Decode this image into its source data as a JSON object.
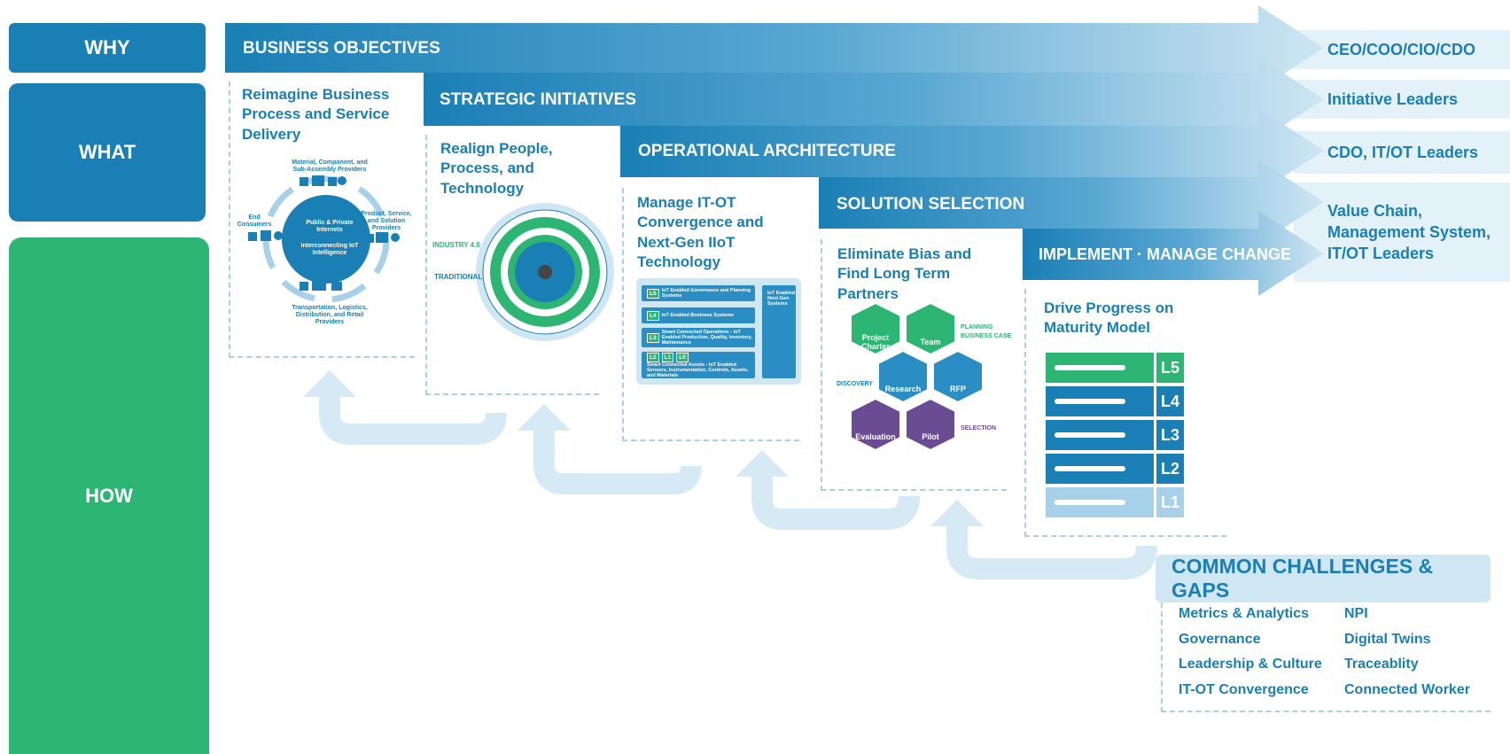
{
  "side": {
    "why": "WHY",
    "what": "WHAT",
    "how": "HOW"
  },
  "arrows": [
    {
      "label": "BUSINESS OBJECTIVES",
      "role": "CEO/COO/CIO/CDO"
    },
    {
      "label": "STRATEGIC INITIATIVES",
      "role": "Initiative Leaders"
    },
    {
      "label": "OPERATIONAL ARCHITECTURE",
      "role": "CDO, IT/OT Leaders"
    },
    {
      "label": "SOLUTION SELECTION",
      "role": "Value Chain, Management System, IT/OT Leaders"
    },
    {
      "label": "IMPLEMENT · MANAGE CHANGE",
      "role": ""
    }
  ],
  "levels": [
    {
      "title": "Reimagine Business Process and Service Delivery"
    },
    {
      "title": "Realign People, Process, and Technology"
    },
    {
      "title": "Manage IT-OT Convergence and Next-Gen IIoT Technology"
    },
    {
      "title": "Eliminate Bias and Find Long Term Partners"
    },
    {
      "title": "Drive Progress on Maturity Model"
    }
  ],
  "ecosystem": {
    "center_top": "Public & Private Internets",
    "center_bottom": "Interconnecting IoT Intelligence",
    "top": "Material, Component, and Sub-Assembly Providers",
    "right": "Product, Service, and Solution Providers",
    "bottom": "Transportation, Logistics, Distribution, and Retail Providers",
    "left": "End Consumers"
  },
  "target": {
    "industry": "INDUSTRY 4.0",
    "traditional": "TRADITIONAL"
  },
  "architecture": {
    "rows": [
      {
        "tags": [
          "L5"
        ],
        "text": "IoT Enabled Governance and Planning Systems"
      },
      {
        "tags": [
          "L4"
        ],
        "text": "IoT Enabled Business Systems"
      },
      {
        "tags": [
          "L3"
        ],
        "text": "Smart Connected Operations - IoT Enabled Production, Quality, Inventory, Maintenance"
      },
      {
        "tags": [
          "L2",
          "L1",
          "L0"
        ],
        "text": "Smart Connected Assets - IoT Enabled Sensors, Instrumentation, Controls, Assets, and Materials"
      }
    ],
    "side_label": "IoT Enabled Next-Gen Systems"
  },
  "hexes": {
    "project_charter": "Project Charter",
    "team": "Team",
    "research": "Research",
    "rfp": "RFP",
    "evaluation": "Evaluation",
    "pilot": "Pilot",
    "planning": "PLANNING",
    "business_case": "BUSINESS CASE",
    "discovery": "DISCOVERY",
    "selection": "SELECTION"
  },
  "maturity": [
    "L5",
    "L4",
    "L3",
    "L2",
    "L1"
  ],
  "challenges": {
    "title": "COMMON CHALLENGES & GAPS",
    "col1": [
      "Metrics & Analytics",
      "Governance",
      "Leadership & Culture",
      "IT-OT Convergence"
    ],
    "col2": [
      "NPI",
      "Digital Twins",
      "Traceablity",
      "Connected Worker"
    ]
  },
  "colors": {
    "blue": "#1a7fb5",
    "green": "#2db673",
    "light_blue": "#e3f1f9",
    "purple": "#6a4c93"
  }
}
